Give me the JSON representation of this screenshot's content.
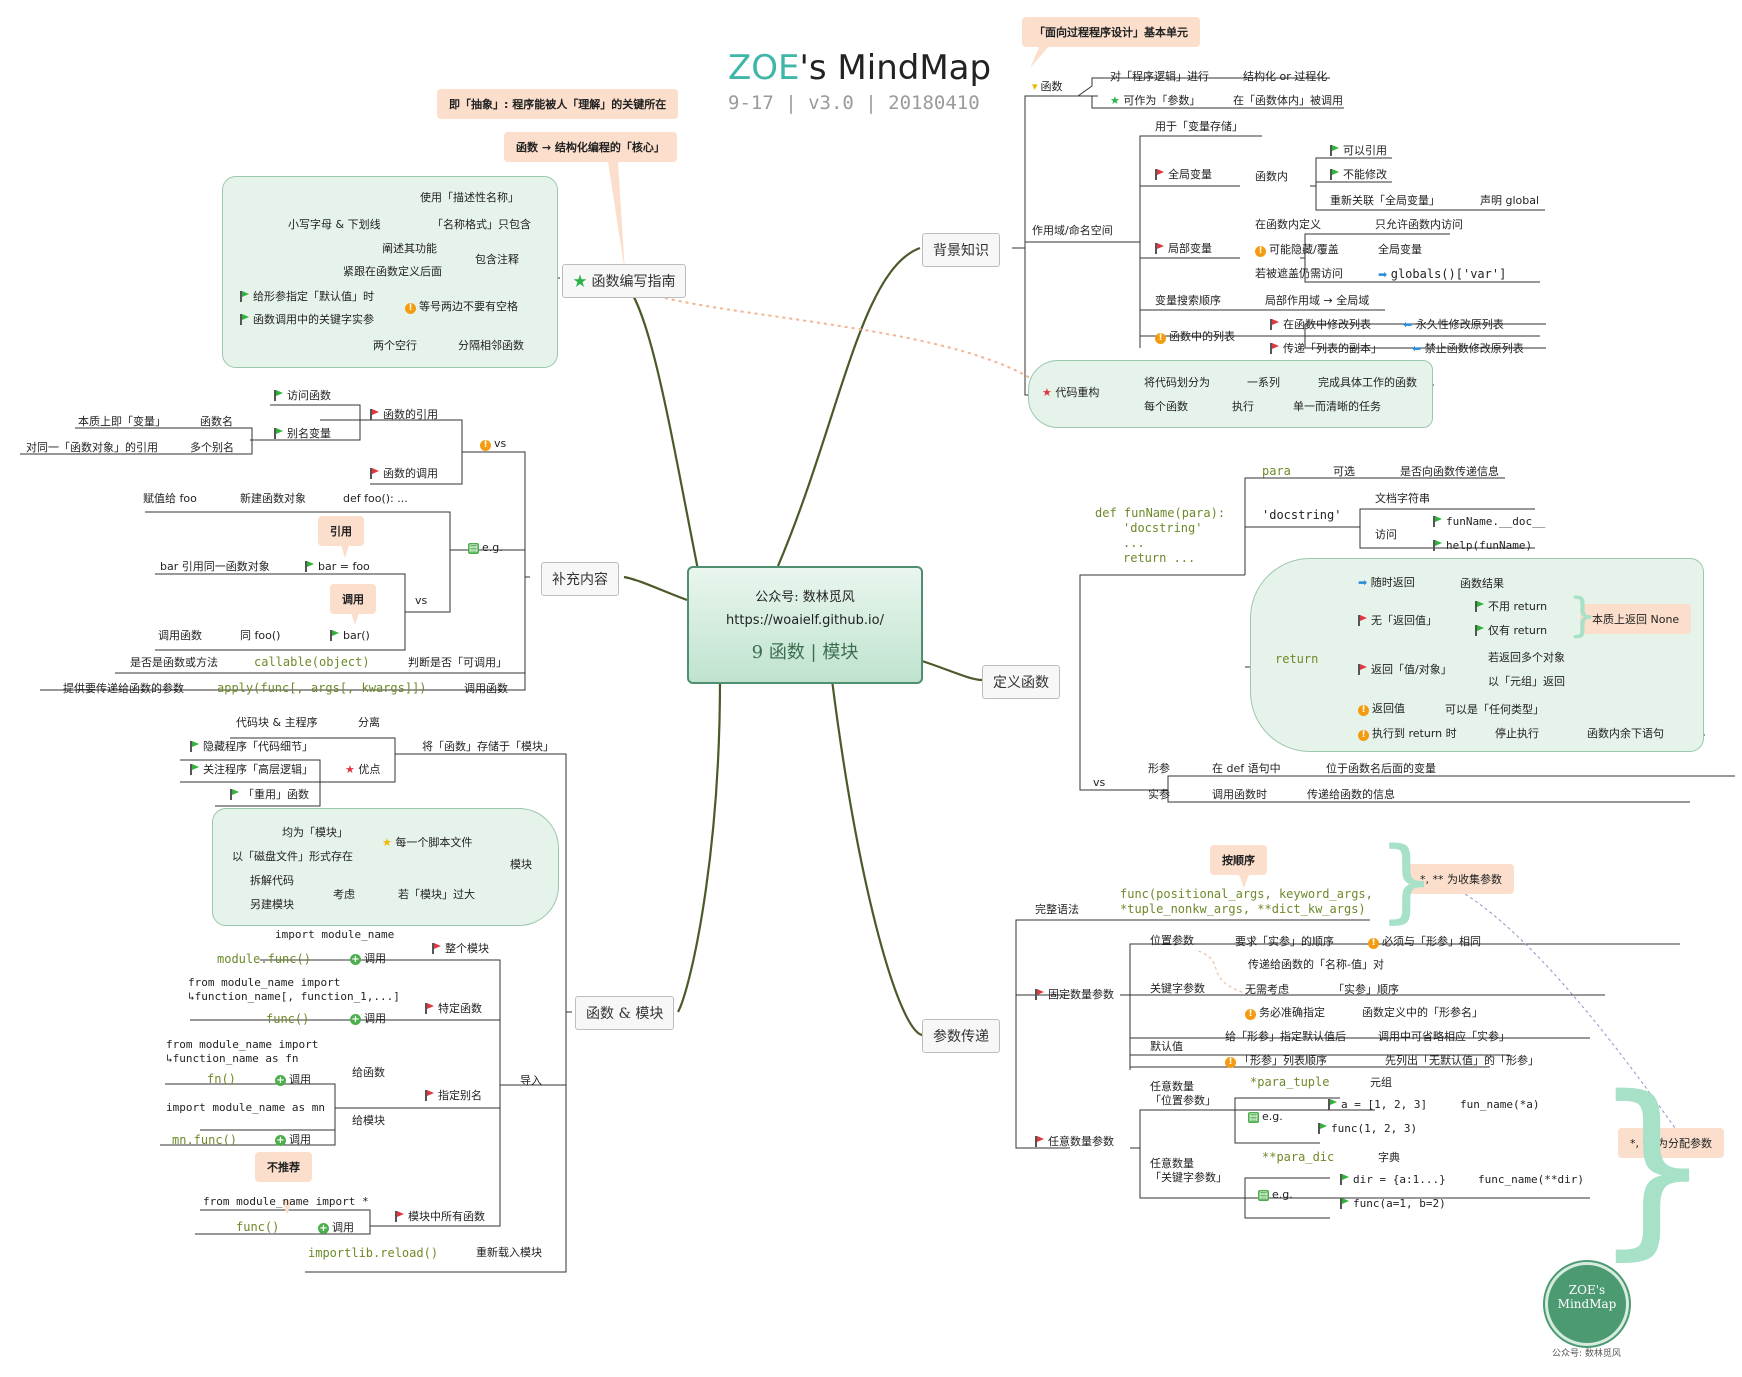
{
  "title": {
    "zoe": "ZOE",
    "rest": "'s MindMap",
    "subtitle": "9-17  |  v3.0  |  20180410"
  },
  "center": {
    "line1": "公众号: 数林觅风",
    "line2": "https://woaielf.github.io/",
    "line3": "9 函数 | 模块"
  },
  "callouts": {
    "proc": "「面向过程程序设计」基本单元",
    "abstract": "即「抽象」: 程序能被人「理解」的关键所在",
    "core": "函数 → 结构化编程的「核心」",
    "ref": "引用",
    "call": "调用",
    "order": "按顺序",
    "none_ret": "本质上返回 None",
    "collect": "*, ** 为收集参数",
    "distribute": "*, ** 为分配参数",
    "not_rec": "不推荐"
  },
  "branches": {
    "background": "背景知识",
    "guide": "函数编写指南",
    "supplement": "补充内容",
    "define": "定义函数",
    "modules": "函数 & 模块",
    "params": "参数传递"
  },
  "labels": {
    "bg_func": "函数",
    "bg_logic": "对「程序逻辑」进行",
    "bg_struct": "结构化 or 过程化",
    "bg_asparam": "可作为「参数」",
    "bg_callin": "在「函数体内」被调用",
    "bg_scope": "作用域/命名空间",
    "bg_storage": "用于「变量存储」",
    "bg_global": "全局变量",
    "bg_infunc": "函数内",
    "bg_canref": "可以引用",
    "bg_nomod": "不能修改",
    "bg_rebind": "重新关联「全局变量」",
    "bg_declare": "声明 global",
    "bg_local": "局部变量",
    "bg_localdef": "在函数内定义",
    "bg_localonly": "只允许函数内访问",
    "bg_hide": "可能隐藏/覆盖",
    "bg_globalvar": "全局变量",
    "bg_shadow": "若被遮盖仍需访问",
    "bg_globals": "globals()['var']",
    "bg_search": "变量搜索顺序",
    "bg_localglobal": "局部作用域 → 全局域",
    "bg_list": "函数中的列表",
    "bg_listmod": "在函数中修改列表",
    "bg_permanent": "永久性修改原列表",
    "bg_listcopy": "传递「列表的副本」",
    "bg_forbid": "禁止函数修改原列表",
    "bg_refactor": "代码重构",
    "bg_split": "将代码划分为",
    "bg_series": "一系列",
    "bg_work": "完成具体工作的函数",
    "bg_each": "每个函数",
    "bg_exec": "执行",
    "bg_single": "单一而清晰的任务",
    "g_desc": "使用「描述性名称」",
    "g_lower": "小写字母 & 下划线",
    "g_format": "「名称格式」只包含",
    "g_explain": "阐述其功能",
    "g_after": "紧跟在函数定义后面",
    "g_comment": "包含注释",
    "g_default": "给形参指定「默认值」时",
    "g_kwarg": "函数调用中的关键字实参",
    "g_nospace": "等号两边不要有空格",
    "g_blank": "两个空行",
    "g_sep": "分隔相邻函数",
    "s_access": "访问函数",
    "s_fref": "函数的引用",
    "s_essence": "本质上即「变量」",
    "s_fname": "函数名",
    "s_alias": "别名变量",
    "s_sameobj": "对同一「函数对象」的引用",
    "s_multi": "多个别名",
    "s_vs": "vs",
    "s_fcall": "函数的调用",
    "s_assign": "赋值给 foo",
    "s_newobj": "新建函数对象",
    "s_def": "def foo(): ...",
    "s_eg": "e.g.",
    "s_barref": "bar 引用同一函数对象",
    "s_bareq": "bar = foo",
    "s_vs2": "vs",
    "s_callf": "调用函数",
    "s_same": "同 foo()",
    "s_barcall": "bar()",
    "s_isfunc": "是否是函数或方法",
    "s_callable": "callable(object)",
    "s_judge": "判断是否「可调用」",
    "s_pass": "提供要传递给函数的参数",
    "s_apply": "apply(func[, args[, kwargs]])",
    "s_callfunc": "调用函数",
    "d_sig": "def funName(para):",
    "d_doc": "'docstring'",
    "d_dots": "...",
    "d_ret": "return ...",
    "d_para": "para",
    "d_opt": "可选",
    "d_passinfo": "是否向函数传递信息",
    "d_docstr": "'docstring'",
    "d_docchar": "文档字符串",
    "d_visit": "访问",
    "d_fdoc": "funName.__doc__",
    "d_help": "help(funName)",
    "d_return": "return",
    "d_anytime": "随时返回",
    "d_endfunc": "函数结果",
    "d_noret": "无「返回值」",
    "d_noreturn": "不用 return",
    "d_onlyret": "仅有 return",
    "d_retval": "返回「值/对象」",
    "d_multi": "若返回多个对象",
    "d_tuple": "以「元组」返回",
    "d_rv": "返回值",
    "d_anytype": "可以是「任何类型」",
    "d_reach": "执行到 return 时",
    "d_stop": "停止执行",
    "d_rest": "函数内余下语句",
    "d_vs": "vs",
    "d_formal": "形参",
    "d_indef": "在 def 语句中",
    "d_after": "位于函数名后面的变量",
    "d_actual": "实参",
    "d_whencall": "调用函数时",
    "d_info": "传递给函数的信息",
    "m_block": "代码块 & 主程序",
    "m_sep": "分离",
    "m_store": "将「函数」存储于「模块」",
    "m_hide": "隐藏程序「代码细节」",
    "m_focus": "关注程序「高层逻辑」",
    "m_adv": "优点",
    "m_reuse": "「重用」函数",
    "m_ismod": "均为「模块」",
    "m_each": "每一个脚本文件",
    "m_disk": "以「磁盘文件」形式存在",
    "m_mod": "模块",
    "m_splitcode": "拆解代码",
    "m_consider": "考虑",
    "m_toobig": "若「模块」过大",
    "m_newmod": "另建模块",
    "m_imp1": "import module_name",
    "m_whole": "整个模块",
    "m_call1": "module.func()",
    "m_callw": "调用",
    "m_imp2a": "from module_name import",
    "m_imp2b": "↳function_name[, function_1,...]",
    "m_specific": "特定函数",
    "m_call2": "func()",
    "m_imp3a": "from module_name import",
    "m_imp3b": "↳function_name as fn",
    "m_tofunc": "给函数",
    "m_alias": "指定别名",
    "m_call3": "fn()",
    "m_imp4": "import module_name as mn",
    "m_tomod": "给模块",
    "m_call4": "mn.func()",
    "m_import": "导入",
    "m_imp5": "from module_name import *",
    "m_allfunc": "模块中所有函数",
    "m_call5": "func()",
    "m_reload": "importlib.reload()",
    "m_reloadlbl": "重新载入模块",
    "p_full": "完整语法",
    "p_syntax1": "func(positional_args, keyword_args,",
    "p_syntax2": "*tuple_nonkw_args, **dict_kw_args)",
    "p_fixed": "固定数量参数",
    "p_pos": "位置参数",
    "p_req": "要求「实参」的顺序",
    "p_same": "必须与「形参」相同",
    "p_namevalue": "传递给函数的「名称-值」对",
    "p_kw": "关键字参数",
    "p_noorder": "无需考虑",
    "p_order": "「实参」顺序",
    "p_exact": "务必准确指定",
    "p_fname": "函数定义中的「形参名」",
    "p_default": "默认值",
    "p_giveform": "给「形参」指定默认值后",
    "p_omit": "调用中可省略相应「实参」",
    "p_list": "「形参」列表顺序",
    "p_first": "先列出「无默认值」的「形参」",
    "p_any": "任意数量参数",
    "p_anypos1": "任意数量",
    "p_anypos2": "「位置参数」",
    "p_tuple": "*para_tuple",
    "p_tuplelbl": "元组",
    "p_eg": "e.g.",
    "p_a": "a = [1, 2, 3]",
    "p_funa": "fun_name(*a)",
    "p_func123": "func(1, 2, 3)",
    "p_anykw1": "任意数量",
    "p_anykw2": "「关键字参数」",
    "p_dic": "**para_dic",
    "p_diclbl": "字典",
    "p_eg2": "e.g.",
    "p_dir": "dir = {a:1...}",
    "p_fundir": "func_name(**dir)",
    "p_funcab": "func(a=1, b=2)"
  },
  "stamp": {
    "line1": "ZOE's",
    "line2": "MindMap",
    "caption": "公众号: 数林觅风"
  },
  "colors": {
    "edge": "#4a5a2a",
    "accent": "#6d8a2a",
    "callout": "#fbdfcc",
    "region": "#e6f3ea",
    "zoe": "#3fb6a8",
    "e": "#e87b9a"
  }
}
